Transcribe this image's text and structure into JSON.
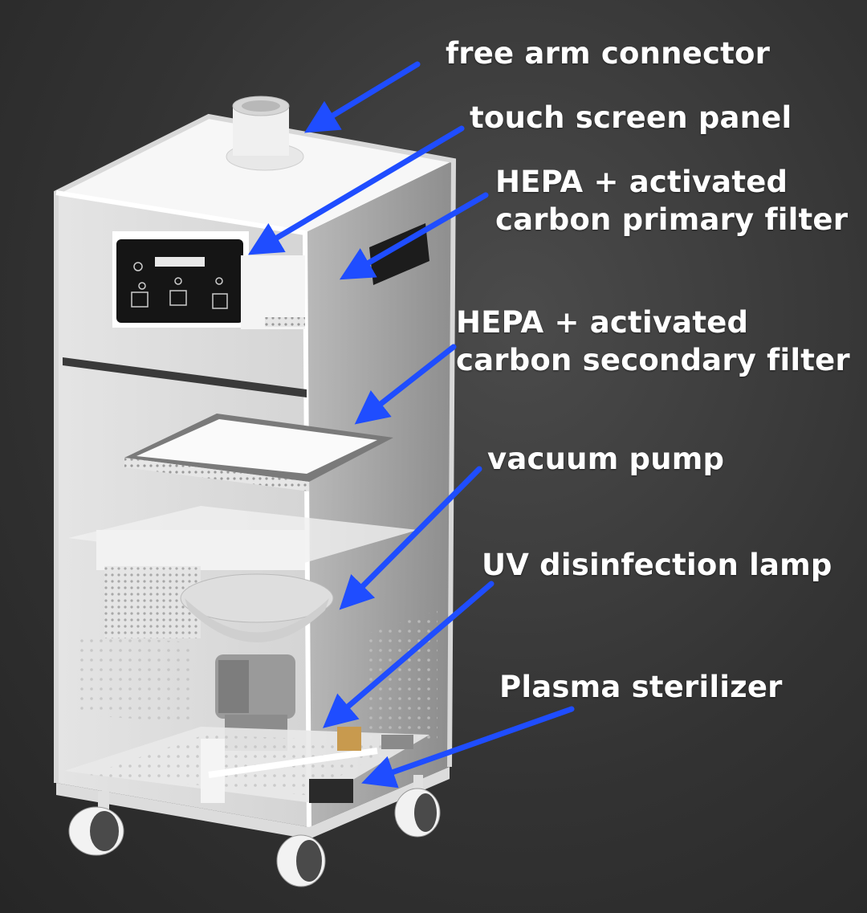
{
  "callouts": {
    "free_arm_connector": "free arm connector",
    "touch_screen_panel": "touch screen panel",
    "primary_filter_line1": "HEPA + activated",
    "primary_filter_line2": "carbon primary filter",
    "secondary_filter_line1": "HEPA + activated",
    "secondary_filter_line2": "carbon secondary filter",
    "vacuum_pump": "vacuum pump",
    "uv_lamp": "UV disinfection lamp",
    "plasma_sterilizer": "Plasma sterilizer"
  },
  "arrow_color": "#1f4dff",
  "label_color": "#ffffff"
}
